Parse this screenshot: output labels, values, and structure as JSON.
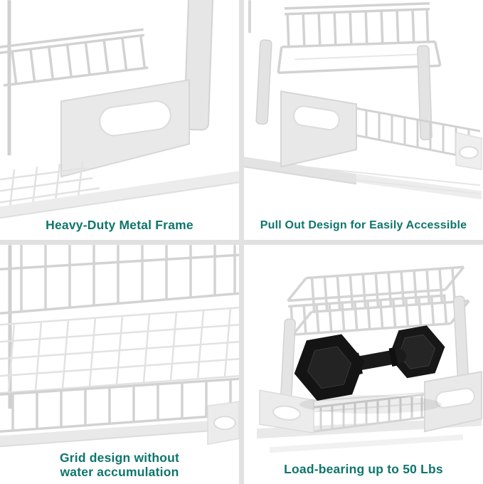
{
  "page": {
    "background_color": "#ffffff",
    "divider_color": "#e1e1e1",
    "accent_color": "#0e756c"
  },
  "quadrants": [
    {
      "id": "top-left",
      "caption": "Heavy-Duty Metal Frame"
    },
    {
      "id": "top-right",
      "caption": "Pull Out Design for Easily Accessible"
    },
    {
      "id": "bottom-left",
      "caption": "Grid design without\nwater accumulation"
    },
    {
      "id": "bottom-right",
      "caption": "Load-bearing up to 50 Lbs"
    }
  ]
}
